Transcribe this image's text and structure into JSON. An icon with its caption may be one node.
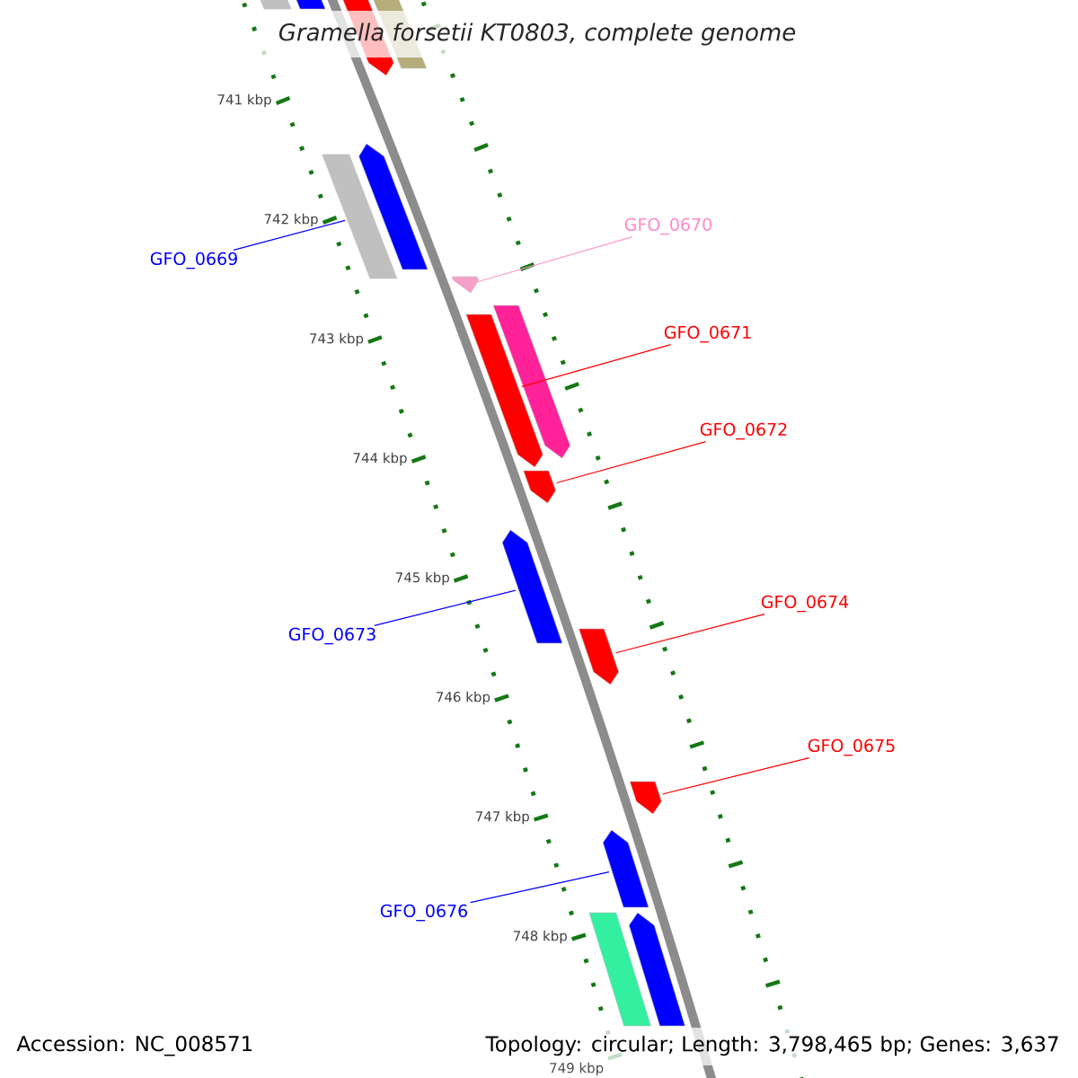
{
  "diagram": {
    "title": "Gramella forsetii KT0803, complete genome",
    "nodes": [
      {
        "text": [
          "GFO_0669"
        ]
      },
      {
        "text": [
          "GFO_0670"
        ]
      },
      {
        "text": [
          "GFO_0671"
        ]
      },
      {
        "text": [
          "GFO_0672"
        ]
      },
      {
        "text": [
          "GFO_0673"
        ]
      },
      {
        "text": [
          "GFO_0674"
        ]
      },
      {
        "text": [
          "GFO_0675"
        ]
      },
      {
        "text": [
          "GFO_0676"
        ]
      },
      {
        "text": [],
        "shape": "bar"
      },
      {
        "text": [],
        "shape": "bar"
      },
      {
        "text": [],
        "shape": "bar"
      },
      {
        "text": [],
        "shape": "bar"
      },
      {
        "text": [],
        "shape": "bar"
      },
      {
        "text": [],
        "shape": "bar"
      },
      {
        "text": [],
        "shape": "bar"
      },
      {
        "text": [],
        "shape": "bar"
      },
      {
        "text": [],
        "shape": "bar"
      },
      {
        "text": [],
        "shape": "bar"
      },
      {
        "text": [],
        "shape": "bar"
      },
      {
        "text": [],
        "shape": "bar"
      },
      {
        "text": [],
        "shape": "bar"
      },
      {
        "text": [],
        "shape": "bar"
      },
      {
        "text": [],
        "shape": "bar"
      },
      {
        "text": [],
        "shape": "bar"
      }
    ],
    "edges": [
      {
        "from": 0,
        "to": 20,
        "arrow": "none",
        "color": "#0000ff"
      },
      {
        "from": 1,
        "to": 9,
        "arrow": "none",
        "color": "#ff99cc"
      },
      {
        "from": 2,
        "to": 10,
        "arrow": "none"
      },
      {
        "from": 3,
        "to": 11,
        "arrow": "none"
      },
      {
        "from": 4,
        "to": 12,
        "arrow": "none",
        "color": "#0000ff"
      },
      {
        "from": 5,
        "to": 13,
        "arrow": "none"
      },
      {
        "from": 6,
        "to": 14,
        "arrow": "none"
      },
      {
        "from": 7,
        "to": 15,
        "arrow": "none",
        "color": "#0000ff"
      }
    ],
    "labels": [
      "741 kbp",
      "742 kbp",
      "743 kbp",
      "744 kbp",
      "745 kbp",
      "746 kbp",
      "747 kbp",
      "748 kbp",
      "749 kbp",
      "Accession: NC_008571",
      "Topology: circular; Length: 3,798,465 bp; Genes: 3,637"
    ]
  }
}
